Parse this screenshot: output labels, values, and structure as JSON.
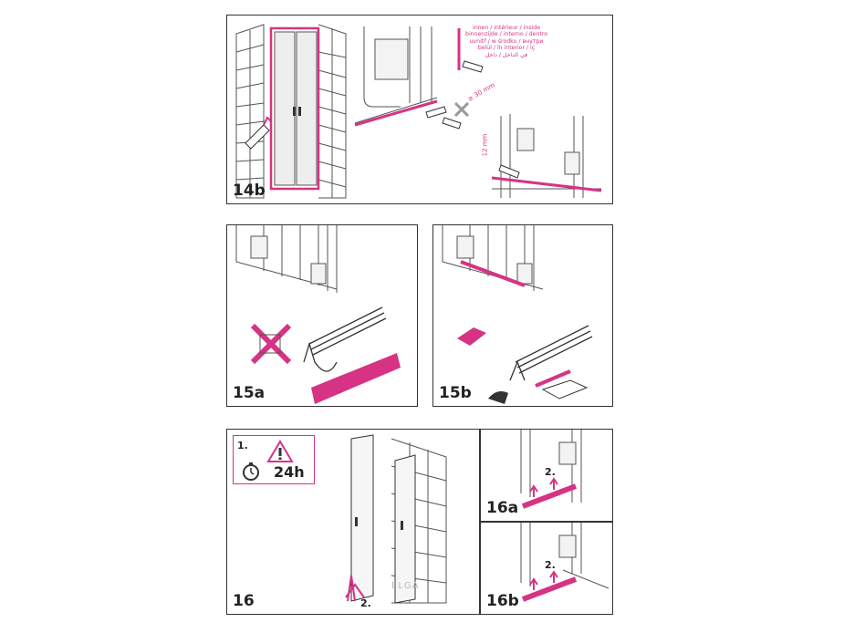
{
  "panels": {
    "p14b": {
      "step": "14b"
    },
    "p15a": {
      "step": "15a"
    },
    "p15b": {
      "step": "15b"
    },
    "p16": {
      "step": "16",
      "sub_step": "2."
    },
    "p16a": {
      "step": "16a",
      "sub_step": "2."
    },
    "p16b": {
      "step": "16b",
      "sub_step": "2."
    }
  },
  "inside_label": [
    "innen / intérieur / inside",
    "binnenzijde / interno / dentro",
    "uvnitř / w środku / внутри",
    "belül / în interior / iç",
    "في الداخل / داخل"
  ],
  "measurements": {
    "gap": "≥ 30 mm",
    "height": "12 mm"
  },
  "warning": {
    "step_number": "1.",
    "cure_time": "24h"
  },
  "watermark": "ELGA",
  "colors": {
    "accent": "#d63384",
    "line": "#333333",
    "glass": "#e8e8e8"
  }
}
